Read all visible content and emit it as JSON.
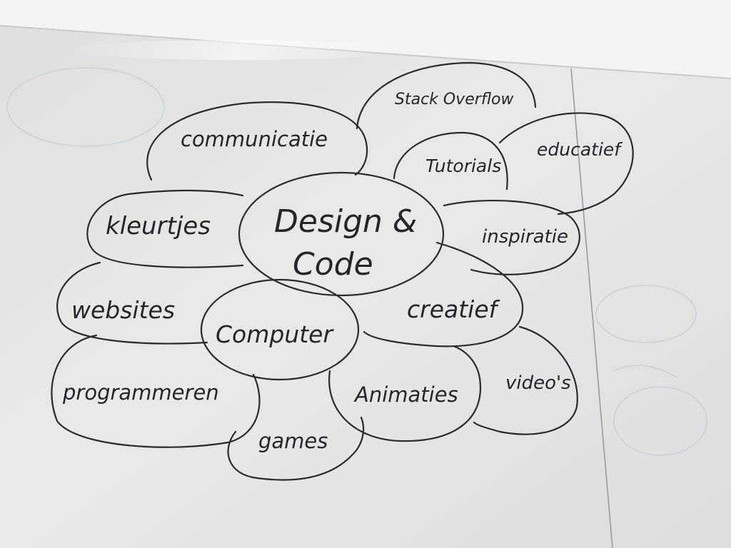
{
  "board": {
    "center": {
      "line1": "Design &",
      "line2": "Code"
    },
    "nodes": {
      "communicatie": "communicatie",
      "stack_overflow": "Stack Overflow",
      "tutorials": "Tutorials",
      "educatief": "educatief",
      "kleurtjes": "kleurtjes",
      "inspiratie": "inspiratie",
      "websites": "websites",
      "computer": "Computer",
      "creatief": "creatief",
      "programmeren": "programmeren",
      "animaties": "Animaties",
      "videos": "video's",
      "games": "games"
    }
  },
  "colors": {
    "board": "#e6e7e5",
    "ink": "#26262a",
    "ceiling": "#f4f4f2",
    "ghost_marker": "#9fb6c4"
  }
}
